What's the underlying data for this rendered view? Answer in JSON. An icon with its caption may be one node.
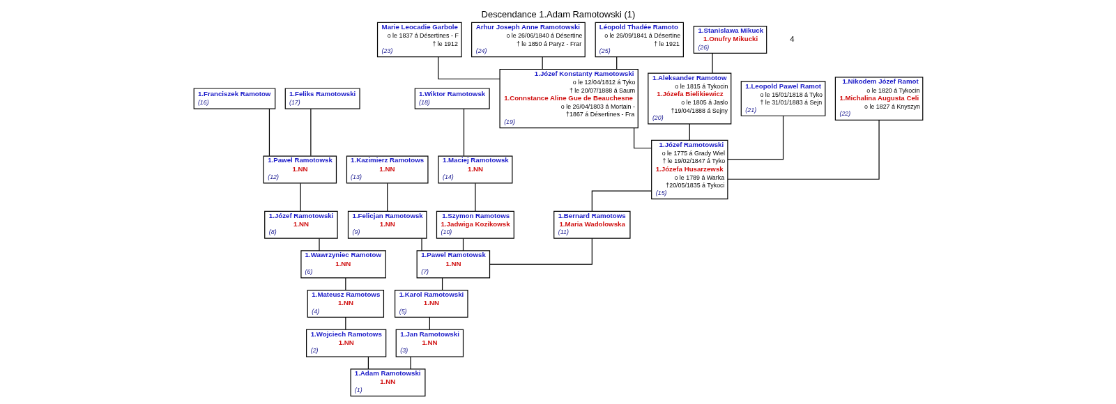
{
  "diagram": {
    "title": "Descendance 1.Adam Ramotowski (1)",
    "nodes": [
      {
        "text": [
          "1.Adam Ramotowski",
          "1.NN",
          "(1)"
        ]
      },
      {
        "text": [
          "1.Wojciech Ramotows",
          "1.NN",
          "(2)"
        ]
      },
      {
        "text": [
          "1.Jan Ramotowski",
          "1.NN",
          "(3)"
        ]
      },
      {
        "text": [
          "1.Mateusz Ramotows",
          "1.NN",
          "(4)"
        ]
      },
      {
        "text": [
          "1.Karol Ramotowski",
          "1.NN",
          "(5)"
        ]
      },
      {
        "text": [
          "1.Wawrzyniec Ramotow",
          "1.NN",
          "(6)"
        ]
      },
      {
        "text": [
          "1.Pawel Ramotowsk",
          "1.NN",
          "(7)"
        ]
      },
      {
        "text": [
          "1.Józef Ramotowski",
          "1.NN",
          "(8)"
        ]
      },
      {
        "text": [
          "1.Felicjan Ramotowsk",
          "1.NN",
          "(9)"
        ]
      },
      {
        "text": [
          "1.Szymon Ramotows",
          "1.Jadwiga Kozikowsk",
          "(10)"
        ]
      },
      {
        "text": [
          "1.Bernard Ramotows",
          "1.Maria Wadolowska",
          "(11)"
        ]
      },
      {
        "text": [
          "1.Pawel Ramotowsk",
          "1.NN",
          "(12)"
        ]
      },
      {
        "text": [
          "1.Kazimierz Ramotows",
          "1.NN",
          "(13)"
        ]
      },
      {
        "text": [
          "1.Maciej Ramotowsk",
          "1.NN",
          "(14)"
        ]
      },
      {
        "text": [
          "1.Józef Ramotowski",
          "o le 1775 á Grady Wiel",
          "† le 19/02/1847 á Tyko",
          "1.Józefa Husarzewsk",
          "o le 1789 á Warka",
          "†20/05/1835 á Tykoci",
          "(15)"
        ]
      },
      {
        "text": [
          "1.Franciszek Ramotow",
          "(16)"
        ]
      },
      {
        "text": [
          "1.Feliks Ramotowski",
          "(17)"
        ]
      },
      {
        "text": [
          "1.Wiktor Ramotowsk",
          "(18)"
        ]
      },
      {
        "text": [
          "1.Józef Konstanty Ramotowski",
          "o le 12/04/1812 á Tyko",
          "† le 20/07/1888 á Saum",
          "1.Connstance Aline Gue de Beauchesne",
          "o le 26/04/1803 á Mortain -",
          "†1867 á Désertines - Fra",
          "(19)"
        ]
      },
      {
        "text": [
          "1.Aleksander Ramotow",
          "o le 1815 á Tykocin",
          "1.Józefa Bielikiewicz",
          "o le 1805 á Jaslo",
          "†19/04/1888 á Sejny",
          "(20)"
        ]
      },
      {
        "text": [
          "1.Leopold Pawel Ramot",
          "o le 15/01/1818 á Tyko",
          "† le 31/01/1883 á Sejn",
          "(21)"
        ]
      },
      {
        "text": [
          "1.Nikodem Józef Ramot",
          "o le 1820 á Tykocin",
          "1.Michalina Augusta Celi",
          "o le 1827 á Knyszyn",
          "(22)"
        ]
      },
      {
        "text": [
          "Marie Leocadie Garbole",
          "o le 1837 á Désertines - F",
          "† le 1912",
          "(23)"
        ]
      },
      {
        "text": [
          "Arhur Joseph Anne Ramotowski",
          "o le 26/06/1840 á Désertine",
          "† le 1850 á Paryz - Frar",
          "(24)"
        ]
      },
      {
        "text": [
          "Léopold Thadée Ramoto",
          "o le 26/09/1841 á Désertine",
          "† le 1921",
          "(25)"
        ]
      },
      {
        "text": [
          "1.Stanislawa Mikuck",
          "1.Onufry Mikucki",
          "(26)"
        ]
      }
    ],
    "edges": [
      {
        "from": 0,
        "to": 1,
        "arrow": "none"
      },
      {
        "from": 0,
        "to": 2,
        "arrow": "none"
      },
      {
        "from": 1,
        "to": 3,
        "arrow": "none"
      },
      {
        "from": 3,
        "to": 5,
        "arrow": "none"
      },
      {
        "from": 5,
        "to": 7,
        "arrow": "none"
      },
      {
        "from": 7,
        "to": 11,
        "arrow": "none"
      },
      {
        "from": 11,
        "to": 15,
        "arrow": "none"
      },
      {
        "from": 11,
        "to": 16,
        "arrow": "none"
      },
      {
        "from": 2,
        "to": 4,
        "arrow": "none"
      },
      {
        "from": 4,
        "to": 6,
        "arrow": "none"
      },
      {
        "from": 6,
        "to": 8,
        "arrow": "none"
      },
      {
        "from": 6,
        "to": 9,
        "arrow": "none"
      },
      {
        "from": 6,
        "to": 10,
        "arrow": "none"
      },
      {
        "from": 8,
        "to": 12,
        "arrow": "none"
      },
      {
        "from": 9,
        "to": 13,
        "arrow": "none"
      },
      {
        "from": 13,
        "to": 17,
        "arrow": "none"
      },
      {
        "from": 10,
        "to": 14,
        "arrow": "none"
      },
      {
        "from": 14,
        "to": 18,
        "arrow": "none"
      },
      {
        "from": 14,
        "to": 19,
        "arrow": "none"
      },
      {
        "from": 14,
        "to": 20,
        "arrow": "none"
      },
      {
        "from": 14,
        "to": 21,
        "arrow": "none"
      },
      {
        "from": 18,
        "to": 22,
        "arrow": "none"
      },
      {
        "from": 18,
        "to": 23,
        "arrow": "none"
      },
      {
        "from": 18,
        "to": 24,
        "arrow": "none"
      },
      {
        "from": 19,
        "to": 25,
        "arrow": "none"
      }
    ],
    "labels": [
      "4"
    ]
  }
}
